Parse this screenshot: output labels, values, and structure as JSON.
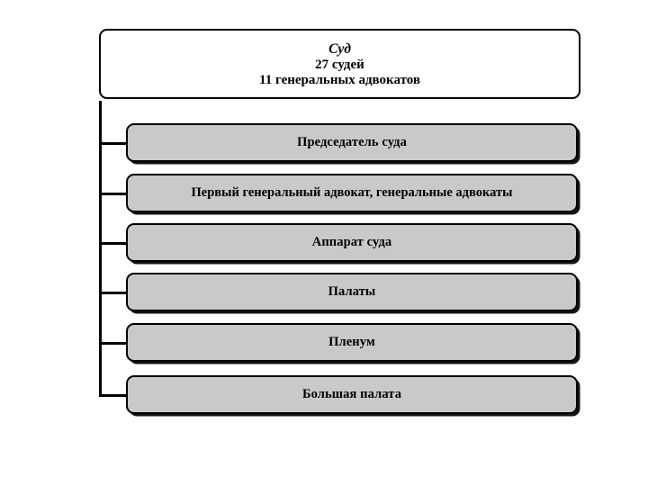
{
  "diagram": {
    "type": "organizational-hierarchy",
    "root": {
      "title": "Суд",
      "line2": "27 судей",
      "line3": "11 генеральных адвокатов"
    },
    "children": [
      {
        "label": "Председатель суда"
      },
      {
        "label": "Первый генеральный адвокат, генеральные адвокаты"
      },
      {
        "label": "Аппарат суда"
      },
      {
        "label": "Палаты"
      },
      {
        "label": "Пленум"
      },
      {
        "label": "Большая палата"
      }
    ],
    "colors": {
      "background": "#ffffff",
      "root_fill": "#ffffff",
      "child_fill": "#c9c9c9",
      "border": "#000000",
      "shadow": "#141414",
      "text": "#000000"
    }
  }
}
